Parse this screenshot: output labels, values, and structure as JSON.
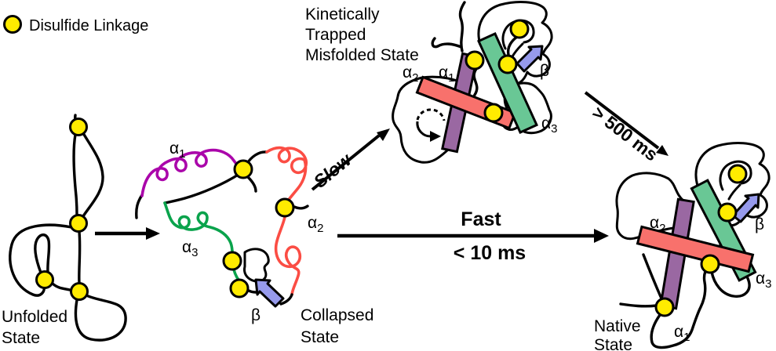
{
  "legend": {
    "label": "Disulfide Linkage"
  },
  "states": {
    "unfolded": {
      "line1": "Unfolded",
      "line2": "State"
    },
    "collapsed": {
      "line1": "Collapsed",
      "line2": "State"
    },
    "misfolded": {
      "line1": "Kinetically",
      "line2": "Trapped",
      "line3": "Misfolded State"
    },
    "native": {
      "line1": "Native",
      "line2": "State"
    }
  },
  "arrows": {
    "slow_label": "Slow",
    "fast_label": "Fast",
    "fast_time": "< 10 ms",
    "misfold_to_native_time": "> 500 ms"
  },
  "greek": {
    "alpha": "α",
    "beta": "β",
    "sub1": "1",
    "sub2": "2",
    "sub3": "3"
  },
  "colors": {
    "disulfide_yellow": "#ffeb00",
    "helix_alpha1_coil": "#aa05aa",
    "helix_alpha2_coil": "#fb4d44",
    "helix_alpha3_coil": "#0aa34c",
    "helix_alpha1_bar": "#9a68a2",
    "helix_alpha2_bar": "#f8716c",
    "helix_alpha3_bar": "#69c795",
    "beta_strand_blue": "#969aec"
  }
}
